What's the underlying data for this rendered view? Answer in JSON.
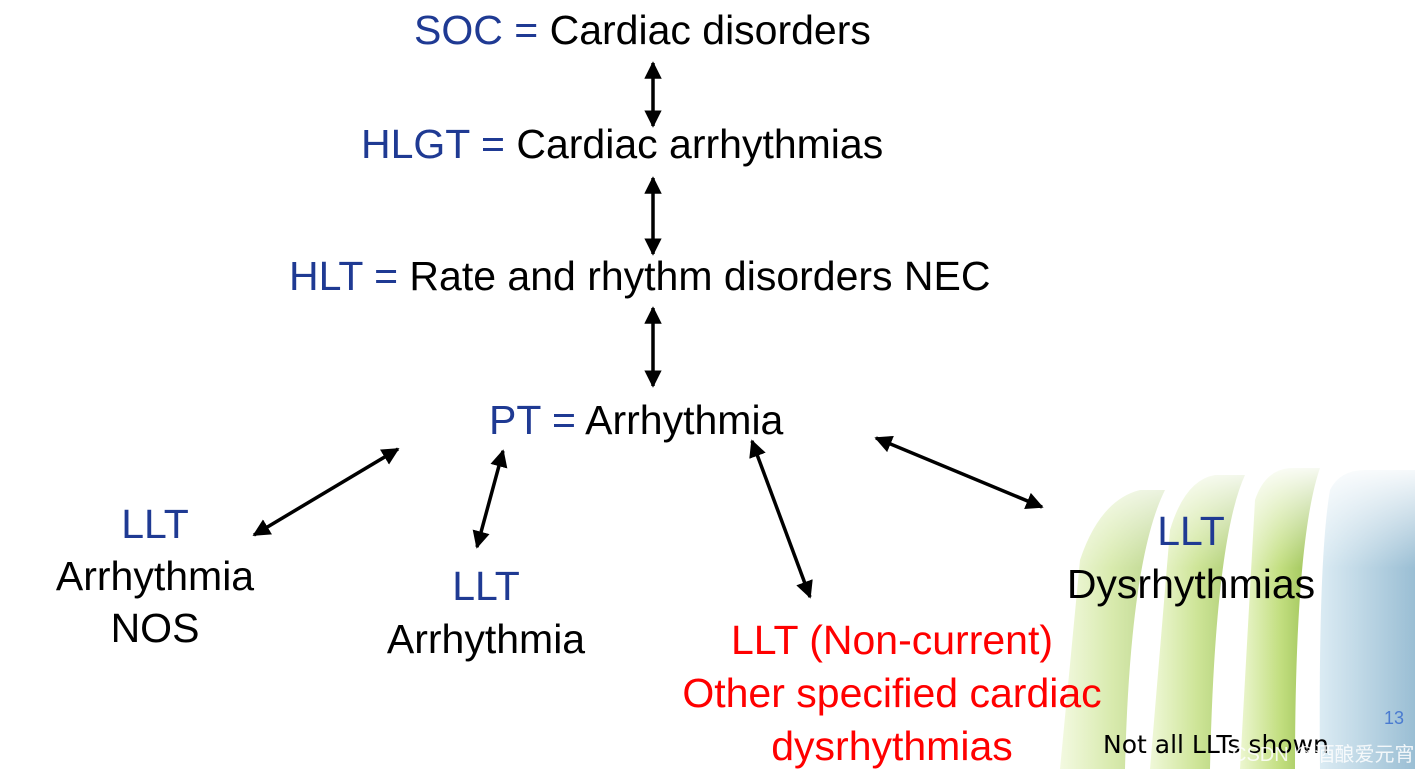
{
  "soc": {
    "label": "SOC =",
    "value": "Cardiac disorders"
  },
  "hlgt": {
    "label": "HLGT =",
    "value": "Cardiac arrhythmias"
  },
  "hlt": {
    "label": "HLT =",
    "value": "Rate and rhythm disorders NEC"
  },
  "pt": {
    "label": "PT =",
    "value": "Arrhythmia"
  },
  "llt_arrhythmia_nos": {
    "label": "LLT",
    "line1": "Arrhythmia",
    "line2": "NOS"
  },
  "llt_arrhythmia": {
    "label": "LLT",
    "value": "Arrhythmia"
  },
  "llt_noncurrent": {
    "label": "LLT (Non-current)",
    "line1": "Other specified cardiac",
    "line2": "dysrhythmias"
  },
  "llt_dysrhythmias": {
    "label": "LLT",
    "value": "Dysrhythmias"
  },
  "footer": {
    "note": "Not all LLTs shown",
    "slide_number": "13",
    "watermark": "CSDN @酒酿爱元宵"
  },
  "colors": {
    "term_label": "#1f3a93",
    "term_value": "#000000",
    "noncurrent": "#ff0000"
  }
}
